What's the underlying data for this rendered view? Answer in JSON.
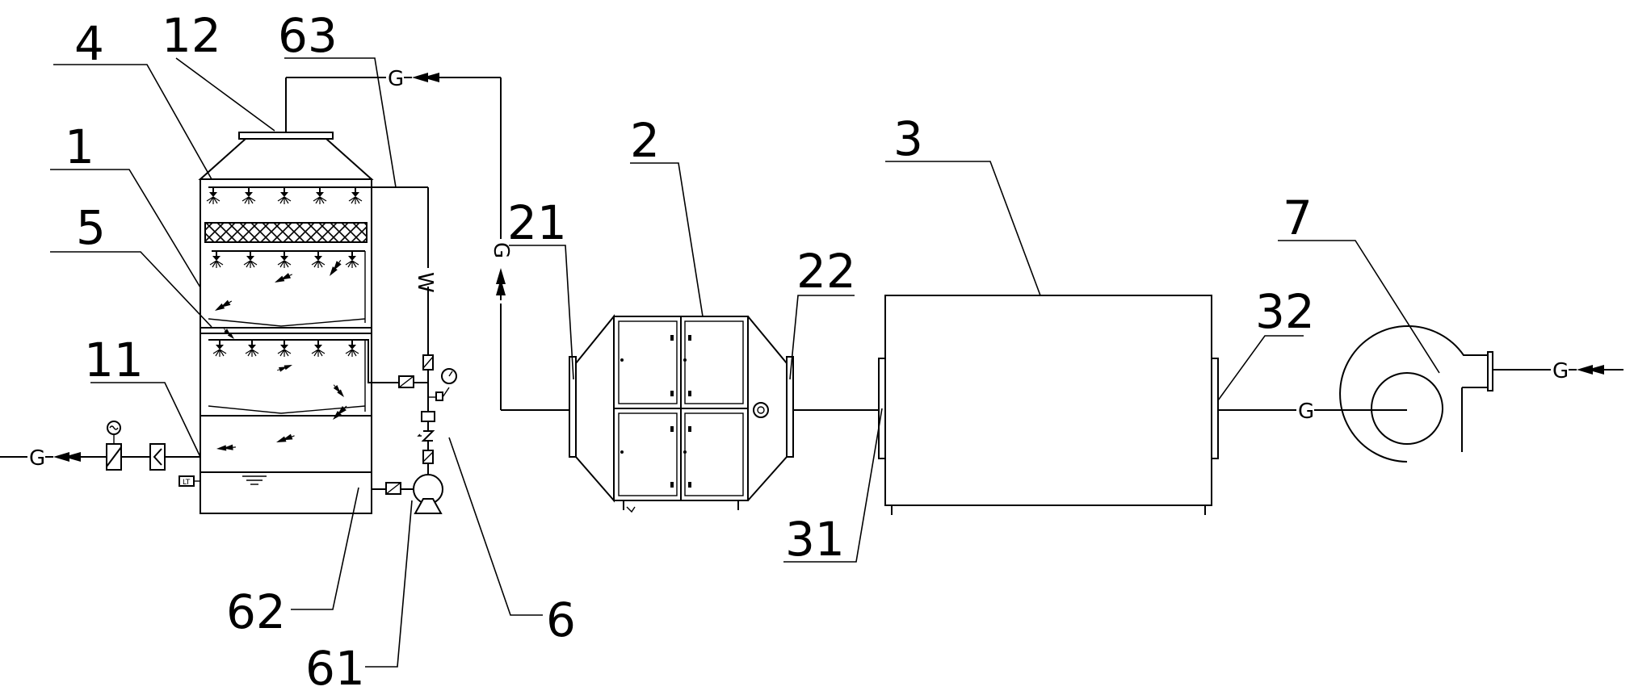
{
  "callouts": {
    "c4": "4",
    "c12": "12",
    "c63": "63",
    "c1": "1",
    "c5": "5",
    "c11": "11",
    "c62": "62",
    "c61": "61",
    "c6": "6",
    "c21": "21",
    "c2": "2",
    "c22": "22",
    "c31": "31",
    "c3": "3",
    "c32": "32",
    "c7": "7"
  },
  "pipe_labels": {
    "gas": "G",
    "water": "W"
  },
  "gauge_labels": {
    "level_sensor": "LT"
  },
  "icons": {
    "flow_arrow": "double-arrow-icon",
    "nozzle": "spray-nozzle-icon",
    "pump": "pump-icon",
    "fan": "centrifugal-fan-icon",
    "valve": "valve-icon",
    "meter": "flow-meter-icon",
    "pressure_gauge": "pressure-gauge-icon"
  }
}
